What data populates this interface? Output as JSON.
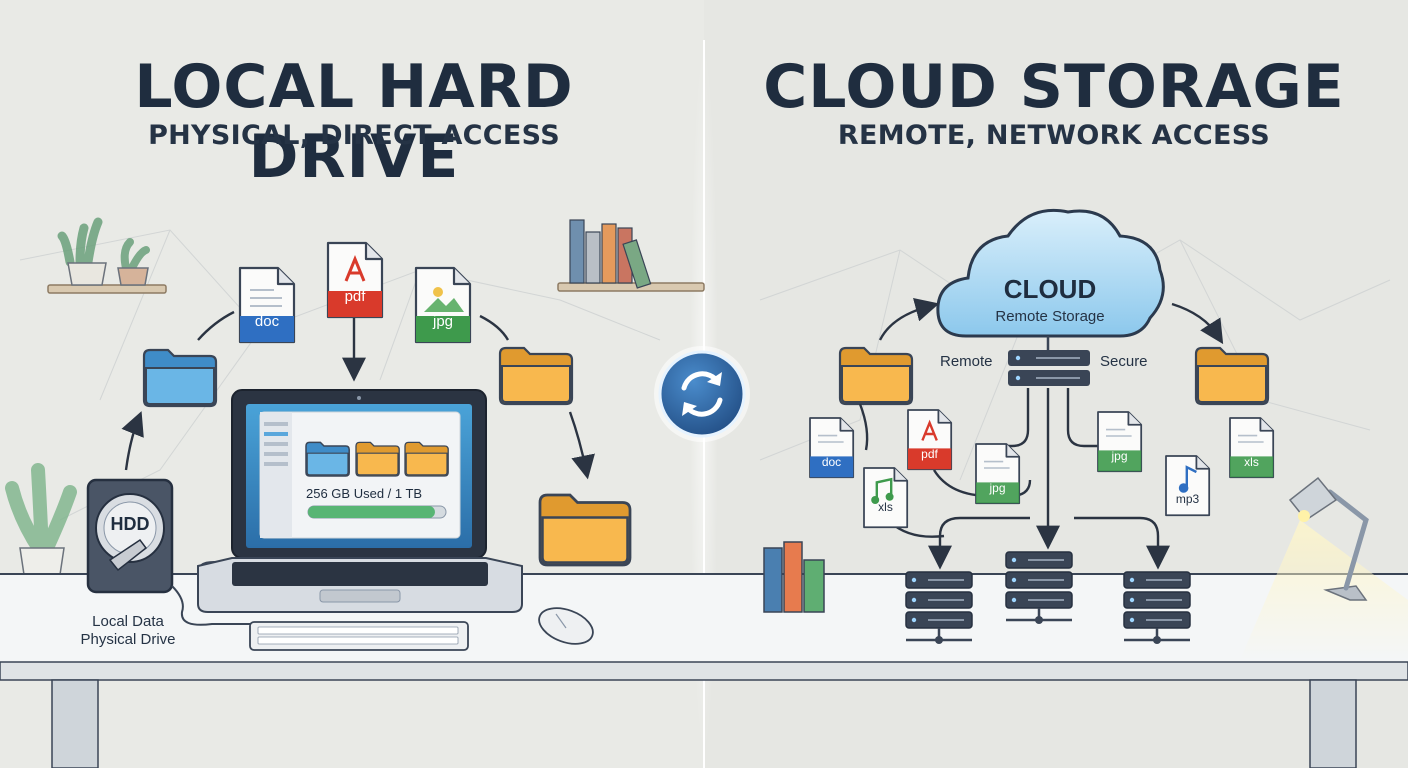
{
  "left": {
    "title": "LOCAL HARD DRIVE",
    "subtitle": "PHYSICAL, DIRECT ACCESS",
    "files": {
      "doc": "doc",
      "pdf": "pdf",
      "jpg": "jpg"
    },
    "hdd_label": "HDD",
    "caption_line1": "Local Data",
    "caption_line2": "Physical Drive",
    "usage_text": "256 GB Used / 1 TB",
    "usage_fraction": 0.92
  },
  "right": {
    "title": "CLOUD STORAGE",
    "subtitle": "REMOTE, NETWORK ACCESS",
    "cloud_title": "CLOUD",
    "cloud_subtitle": "Remote Storage",
    "remote_label": "Remote",
    "secure_label": "Secure",
    "files": {
      "doc": "doc",
      "pdf": "pdf",
      "jpg_a": "jpg",
      "jpg_b": "jpg",
      "xls_a": "xls",
      "xls_b": "xls",
      "mp3": "mp3"
    }
  },
  "colors": {
    "title": "#1f2d3f",
    "folder": "#f6b04a",
    "folder_blue": "#5aa7dc",
    "doc": "#2f6fc2",
    "pdf": "#d93a2b",
    "jpg": "#3e9a4c",
    "server": "#3a4556",
    "cloud": "#8ac8ee",
    "sync": "#2f6aa5"
  },
  "icons": [
    "sync-icon",
    "cloud-icon",
    "server-icon",
    "folder-icon",
    "laptop-icon",
    "hdd-icon",
    "mouse-icon",
    "keyboard-icon",
    "plant-icon",
    "lamp-icon",
    "books-icon"
  ]
}
